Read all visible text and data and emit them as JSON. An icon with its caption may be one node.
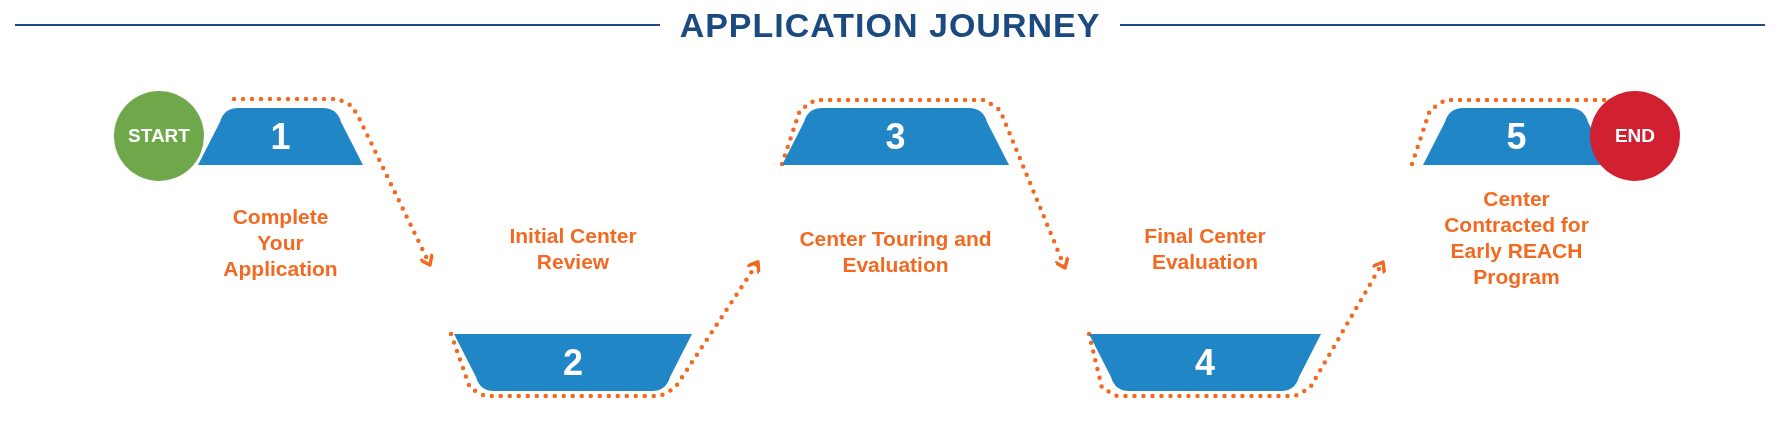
{
  "diagram": {
    "title": "APPLICATION JOURNEY",
    "nodes": [
      {
        "text": [
          "START"
        ]
      },
      {
        "text": [
          "1",
          "Complete Your Application"
        ]
      },
      {
        "text": [
          "Initial Center Review",
          "2"
        ]
      },
      {
        "text": [
          "3",
          "Center Touring and Evaluation"
        ]
      },
      {
        "text": [
          "Final Center Evaluation",
          "4"
        ]
      },
      {
        "text": [
          "5",
          "Center Contracted for Early REACH Program"
        ]
      },
      {
        "text": [
          "END"
        ]
      }
    ],
    "edges": [
      {
        "from": 1,
        "to": 2,
        "arrow": "to"
      },
      {
        "from": 2,
        "to": 3,
        "arrow": "to"
      },
      {
        "from": 3,
        "to": 4,
        "arrow": "to"
      },
      {
        "from": 4,
        "to": 5,
        "arrow": "to"
      },
      {
        "from": 5,
        "to": 6,
        "arrow": "none"
      }
    ]
  }
}
